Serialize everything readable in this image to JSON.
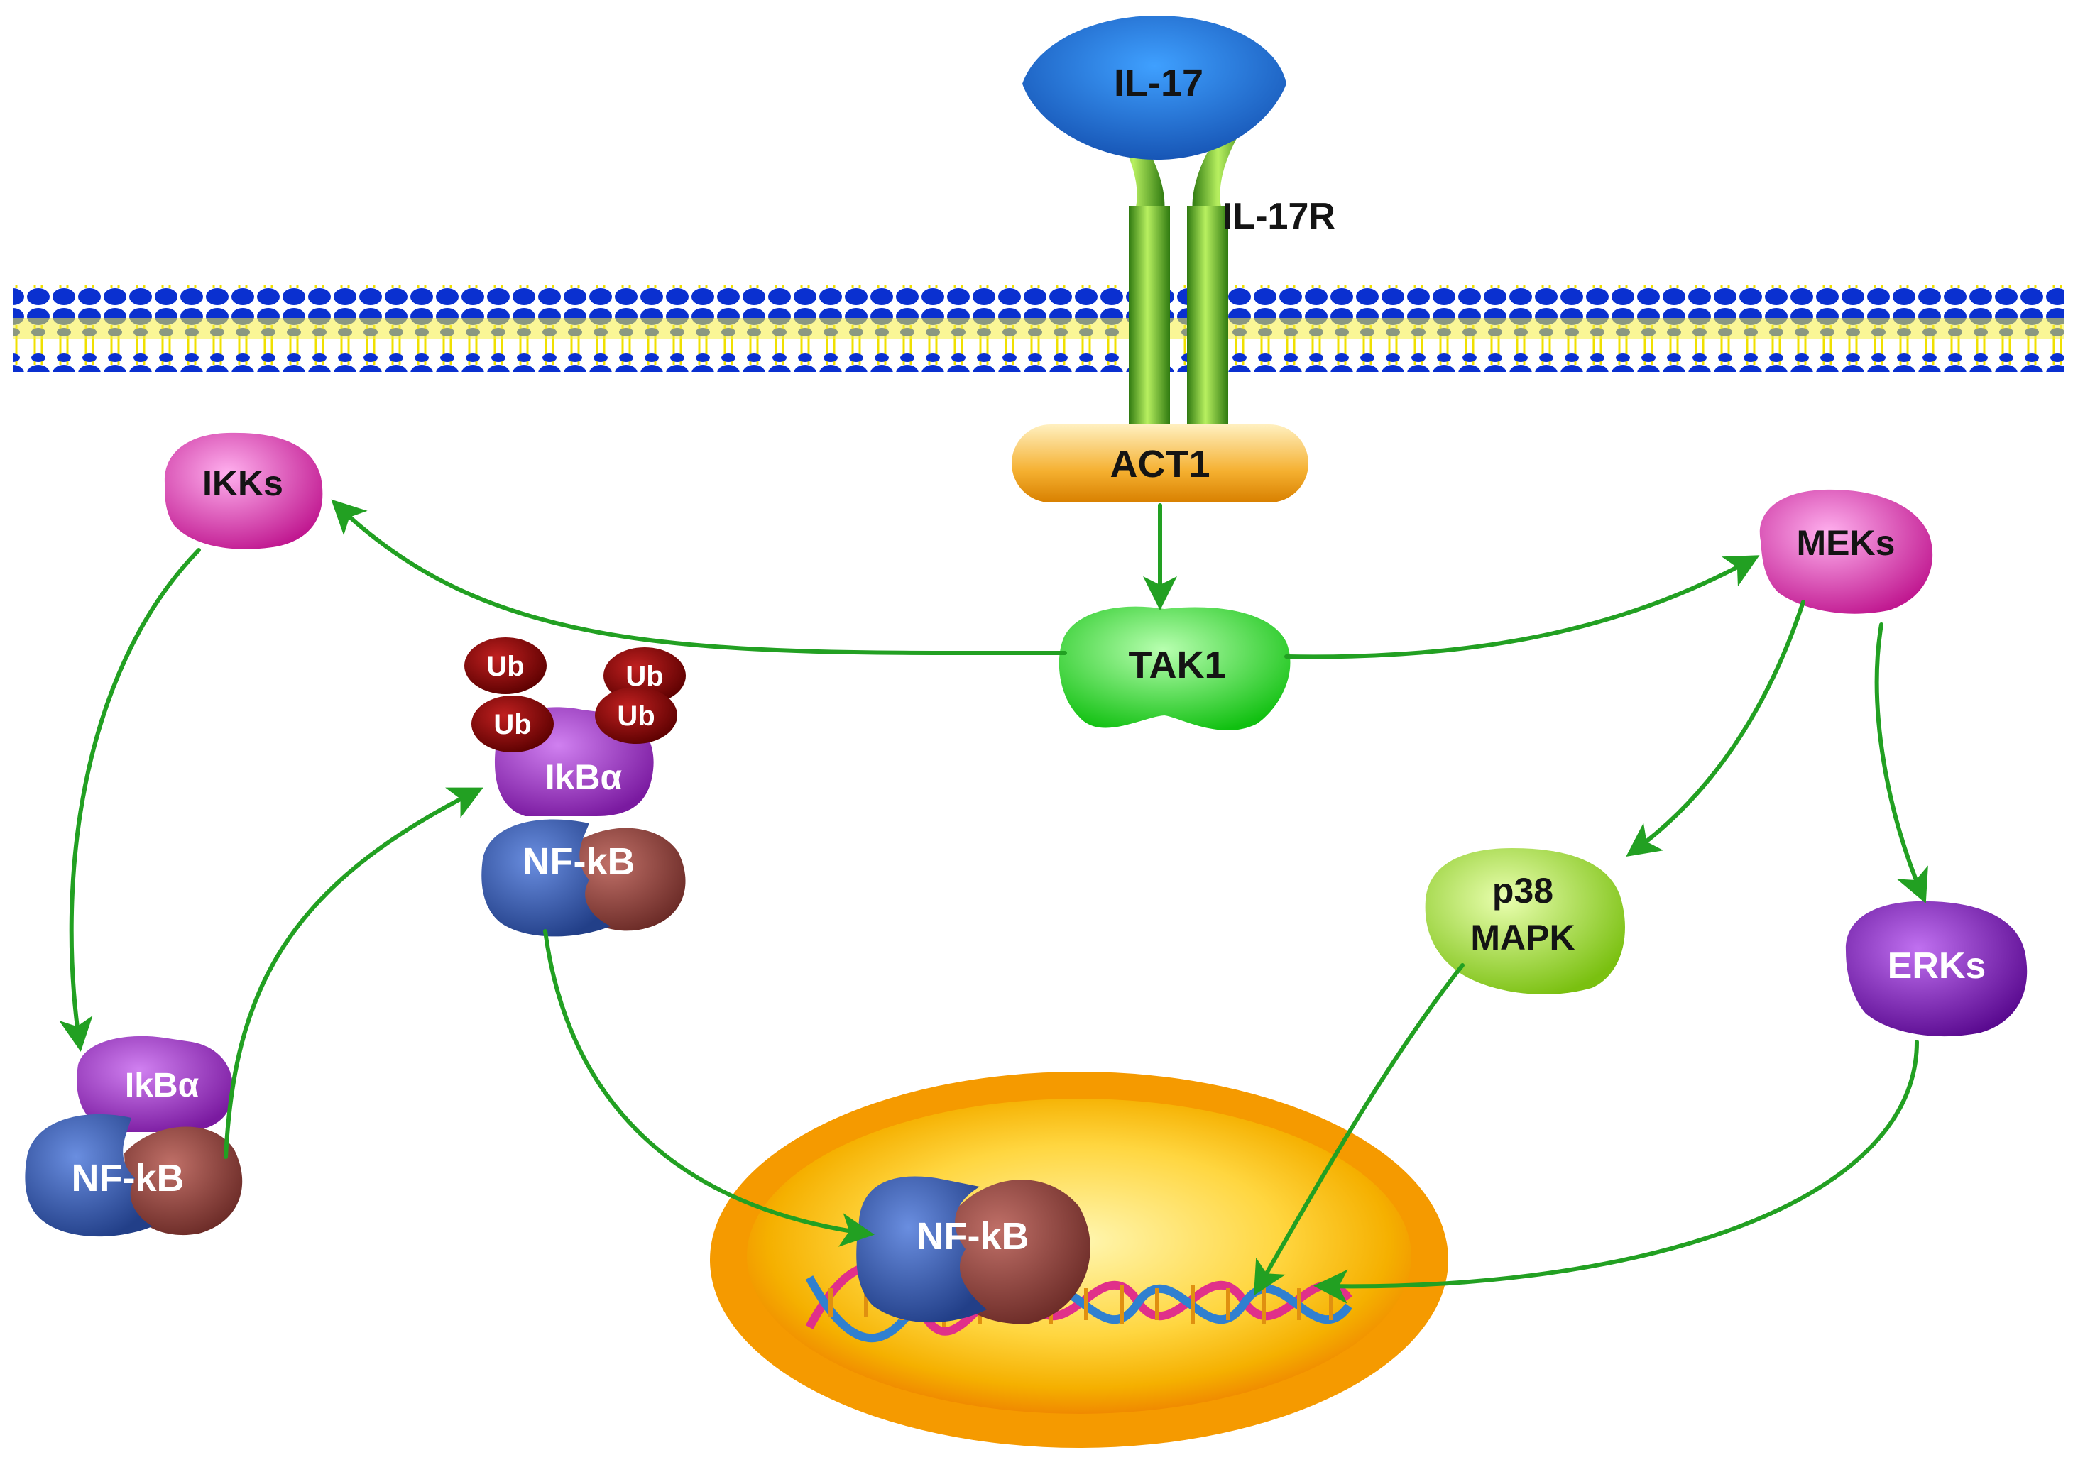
{
  "labels": {
    "ligand": "IL-17",
    "receptor": "IL-17R",
    "adaptor": "ACT1",
    "kinase": "TAK1",
    "ikk": "IKKs",
    "mek": "MEKs",
    "p38_line1": "p38",
    "p38_line2": "MAPK",
    "erk": "ERKs",
    "ikba": "IkBα",
    "nfkb": "NF-kB",
    "ub": "Ub"
  },
  "colors": {
    "arrow": "#22a022",
    "membrane_head": "#0033cc",
    "membrane_tail": "#f2e600",
    "receptor": "#5fb52a",
    "il17": "#1d72d8",
    "act1": "#f5a623",
    "tak1": "#2ee82e",
    "ikk": "#e03ab8",
    "mek": "#e03ab8",
    "p38": "#a6e03a",
    "erk": "#7a1fb0",
    "ikba": "#9a2ab8",
    "nfkb_blue": "#3a5fb0",
    "nfkb_brown": "#8a3f3a",
    "ub": "#8a0a0a",
    "nucleus": "#f5a300"
  }
}
